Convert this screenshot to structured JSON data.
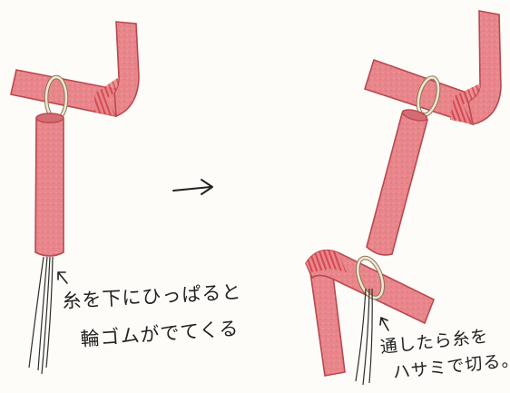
{
  "illustration": {
    "left_caption_line1": "糸を下にひっぱると",
    "left_caption_line2": "輪ゴムがでてくる",
    "right_caption_line1": "通したら糸を",
    "right_caption_line2": "ハサミで切る。",
    "arrow_glyph": "→",
    "colors": {
      "tube_fill": "#e8868b",
      "tube_stroke": "#b9484f",
      "tube_stripe": "#d2414a",
      "band_fill": "#f2e7d4",
      "band_stroke": "#8a7656",
      "thread": "#2e2e2e",
      "ink": "#222222"
    }
  }
}
